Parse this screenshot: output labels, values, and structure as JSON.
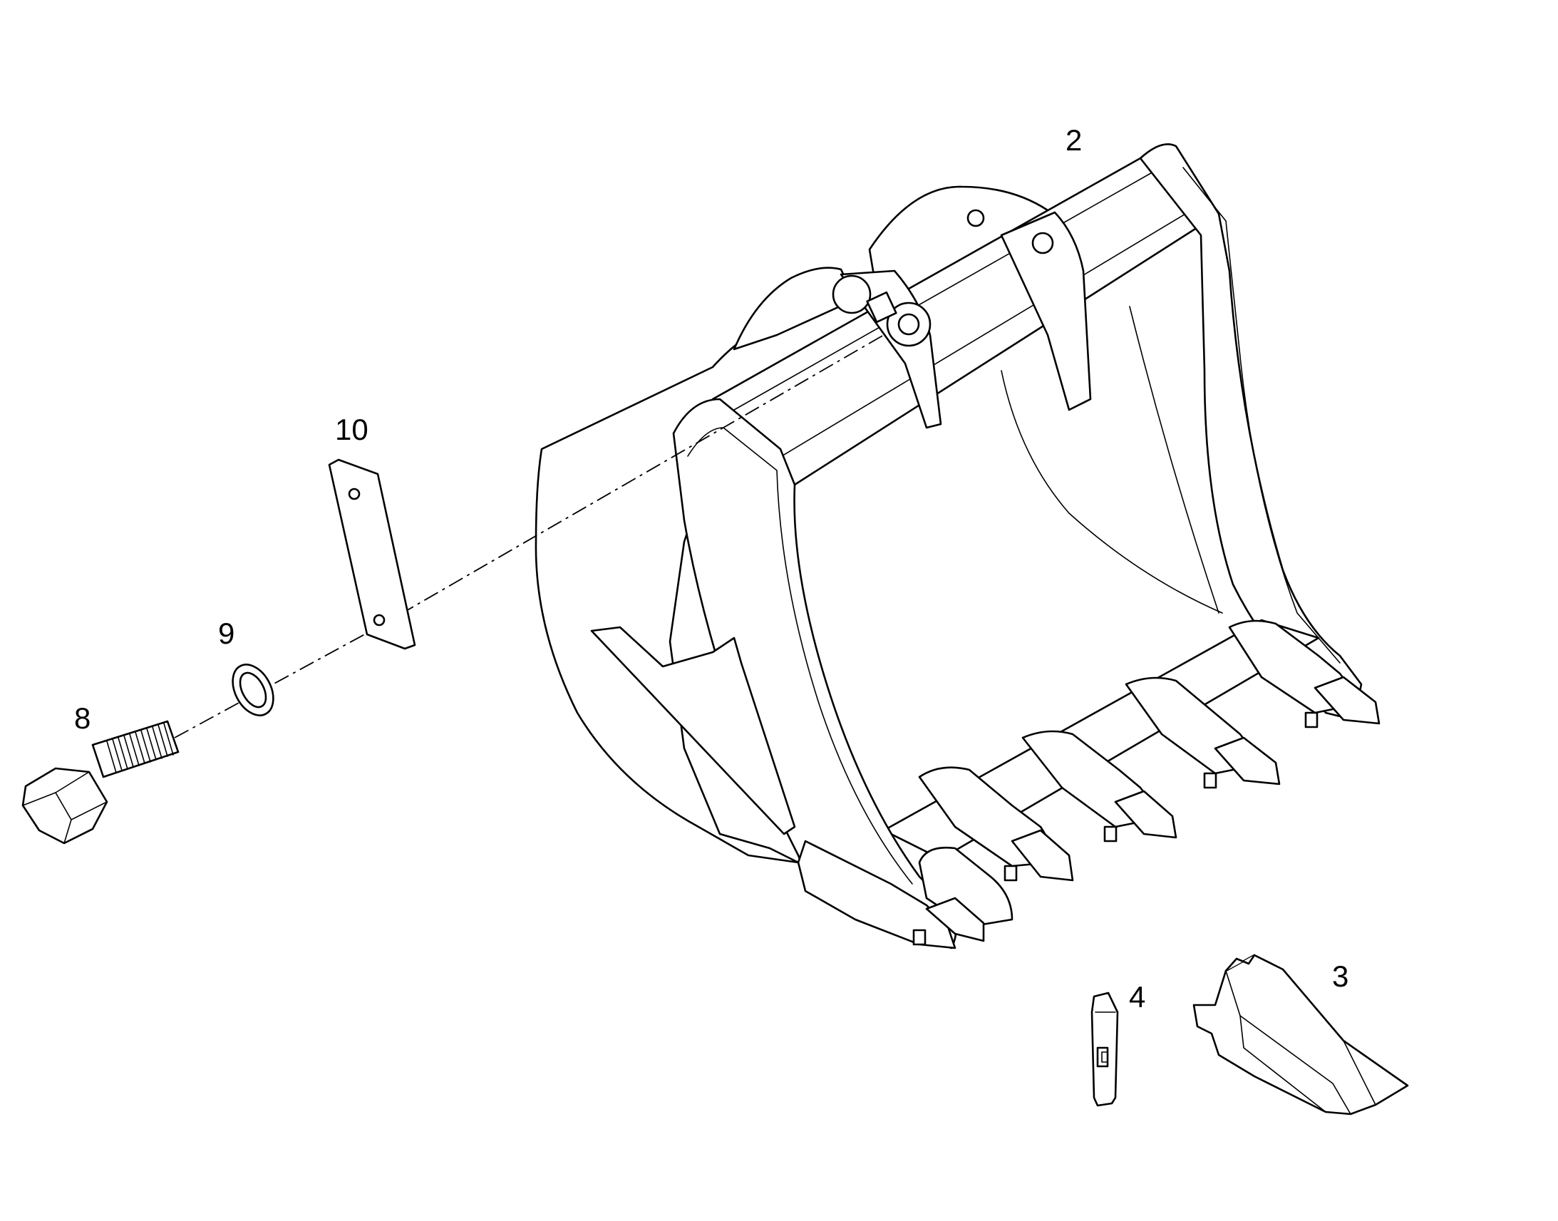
{
  "callouts": {
    "bucket": "2",
    "tooth": "3",
    "pin": "4",
    "bolt": "8",
    "washer": "9",
    "plate": "10"
  },
  "colors": {
    "line": "#000000",
    "background": "#ffffff"
  }
}
